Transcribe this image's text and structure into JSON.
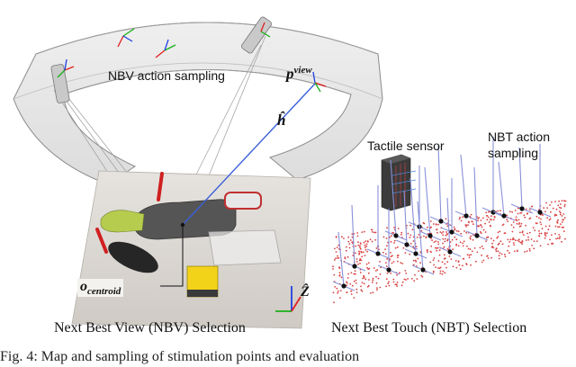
{
  "labels": {
    "nbv_sampling": "NBV action sampling",
    "p_view": "p",
    "p_view_sup": "view",
    "h_hat": "ĥ",
    "o_centroid": "o",
    "o_centroid_sub": "centroid",
    "z_hat": "Ẑ",
    "tactile_sensor": "Tactile sensor",
    "nbt_sampling_1": "NBT action",
    "nbt_sampling_2": "sampling",
    "nbv_selection": "Next Best View (NBV) Selection",
    "nbt_selection": "Next Best Touch (NBT) Selection",
    "caption_fragment": "Fig. 4: Map and sampling of stimulation points and evaluation"
  },
  "colors": {
    "dome_fill": "#e6e6e6",
    "dome_edge": "#8a8a8a",
    "table": "#d9d5d0",
    "ray_blue": "#3a5fd8",
    "axis_red": "#e02020",
    "axis_green": "#18b018",
    "axis_blue": "#2040e0",
    "point_cloud": "#d84040",
    "sensor_dark": "#3b3b3b",
    "touch_line": "#8890d8"
  }
}
